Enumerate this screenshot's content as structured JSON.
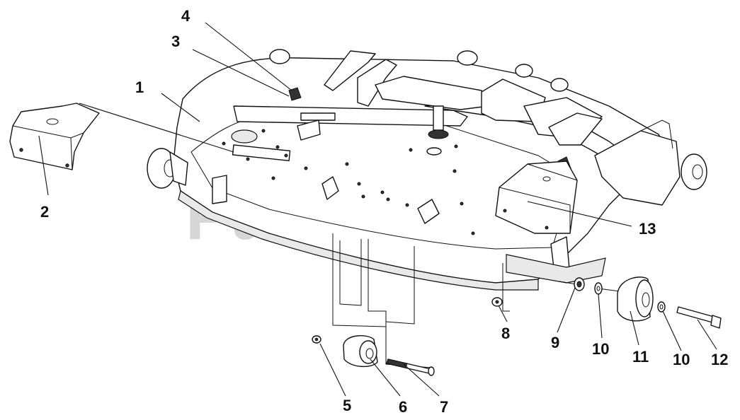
{
  "watermark": "PartsTree",
  "callouts": {
    "c1": "1",
    "c2": "2",
    "c3": "3",
    "c4": "4",
    "c5": "5",
    "c6": "6",
    "c7": "7",
    "c8": "8",
    "c9": "9",
    "c10a": "10",
    "c10b": "10",
    "c11": "11",
    "c12": "12",
    "c13": "13"
  }
}
